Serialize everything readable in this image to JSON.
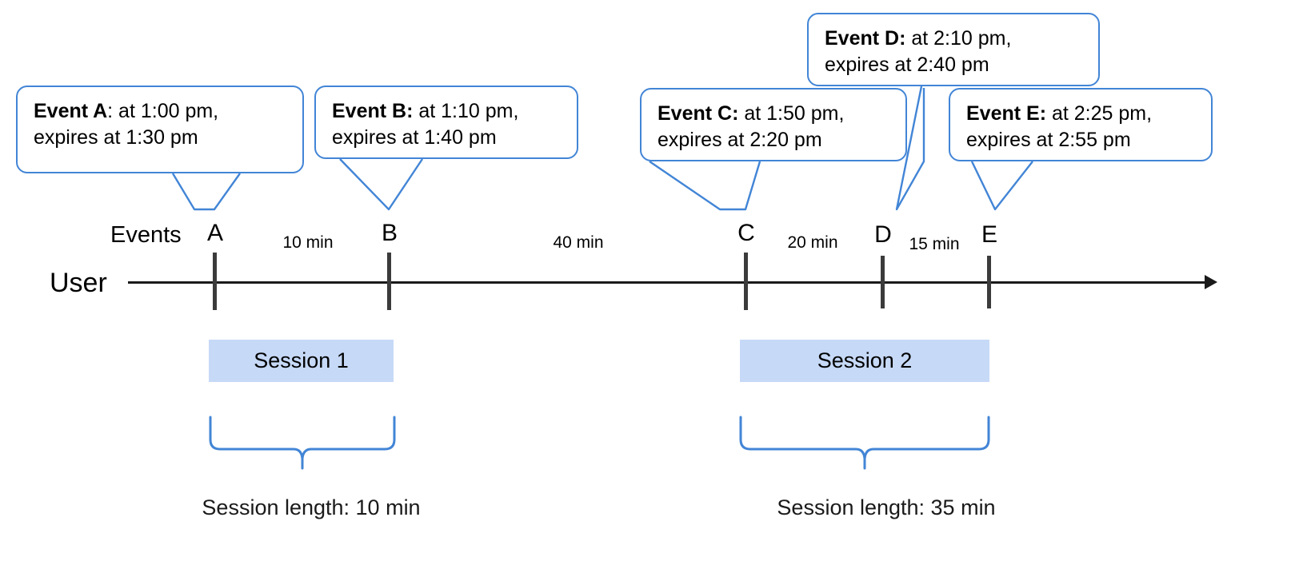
{
  "diagram": {
    "title_row_label": "User",
    "events_heading": "Events",
    "accent_color": "#4285d6",
    "session_fill_color": "#c6d9f7",
    "axis_color": "#1a1a1a"
  },
  "callouts": [
    {
      "id": "A",
      "bold": "Event A",
      "sep": ":",
      "line1_rest": " at 1:00 pm,",
      "line2": "expires at 1:30 pm"
    },
    {
      "id": "B",
      "bold": "Event B:",
      "sep": "",
      "line1_rest": " at 1:10 pm,",
      "line2": "expires at 1:40 pm"
    },
    {
      "id": "C",
      "bold": "Event C:",
      "sep": "",
      "line1_rest": " at 1:50 pm,",
      "line2": "expires at 2:20 pm"
    },
    {
      "id": "D",
      "bold": "Event D:",
      "sep": "",
      "line1_rest": " at 2:10 pm,",
      "line2": "expires at 2:40 pm"
    },
    {
      "id": "E",
      "bold": "Event E:",
      "sep": "",
      "line1_rest": " at 2:25 pm,",
      "line2": "expires at 2:55 pm"
    }
  ],
  "ticks": [
    {
      "label": "A"
    },
    {
      "label": "B"
    },
    {
      "label": "C"
    },
    {
      "label": "D"
    },
    {
      "label": "E"
    }
  ],
  "intervals": [
    {
      "label": "10 min"
    },
    {
      "label": "40 min"
    },
    {
      "label": "20 min"
    },
    {
      "label": "15 min"
    }
  ],
  "sessions": [
    {
      "label": "Session 1",
      "caption": "Session length: 10 min"
    },
    {
      "label": "Session 2",
      "caption": "Session length: 35 min"
    }
  ],
  "chart_data": {
    "type": "timeline",
    "title": "",
    "xlabel": "",
    "ylabel": "User",
    "events": [
      {
        "name": "A",
        "at": "1:00 pm",
        "expires": "1:30 pm",
        "session": "Session 1"
      },
      {
        "name": "B",
        "at": "1:10 pm",
        "expires": "1:40 pm",
        "session": "Session 1"
      },
      {
        "name": "C",
        "at": "1:50 pm",
        "expires": "2:20 pm",
        "session": "Session 2"
      },
      {
        "name": "D",
        "at": "2:10 pm",
        "expires": "2:40 pm",
        "session": "Session 2"
      },
      {
        "name": "E",
        "at": "2:25 pm",
        "expires": "2:55 pm",
        "session": "Session 2"
      }
    ],
    "gaps_minutes": [
      {
        "from": "A",
        "to": "B",
        "minutes": 10,
        "label": "10 min"
      },
      {
        "from": "B",
        "to": "C",
        "minutes": 40,
        "label": "40 min"
      },
      {
        "from": "C",
        "to": "D",
        "minutes": 20,
        "label": "20 min"
      },
      {
        "from": "D",
        "to": "E",
        "minutes": 15,
        "label": "15 min"
      }
    ],
    "sessions": [
      {
        "name": "Session 1",
        "events": [
          "A",
          "B"
        ],
        "length_minutes": 10,
        "length_label": "Session length: 10 min"
      },
      {
        "name": "Session 2",
        "events": [
          "C",
          "D",
          "E"
        ],
        "length_minutes": 35,
        "length_label": "Session length: 35 min"
      }
    ]
  }
}
